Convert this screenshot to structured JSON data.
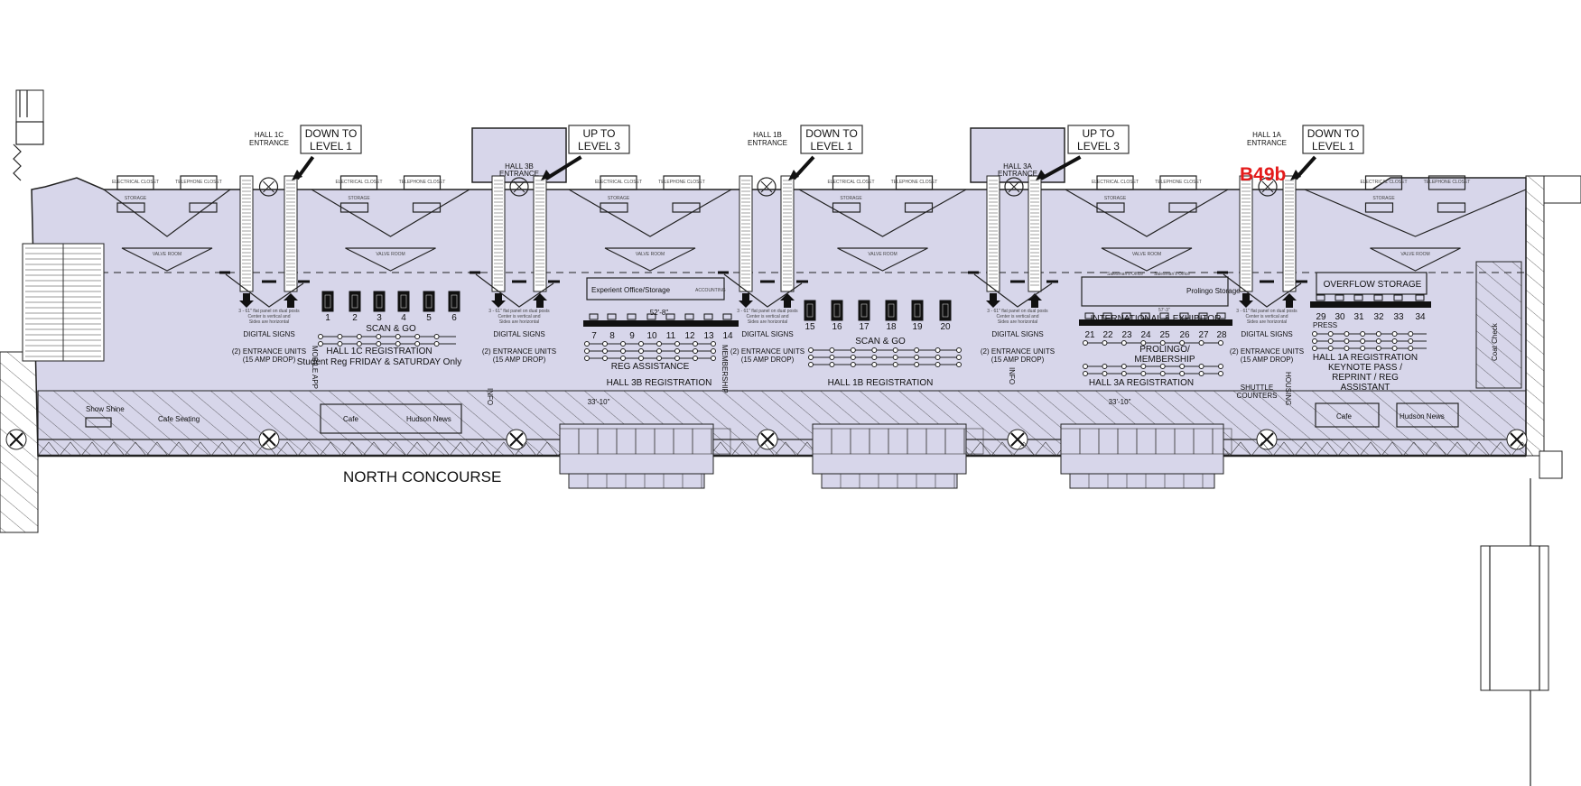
{
  "title": "NORTH CONCOURSE",
  "highlight": {
    "label": "B49b",
    "color": "#e41b1b"
  },
  "colors": {
    "floor": "#d7d6ea",
    "line": "#222222"
  },
  "callouts": [
    {
      "line1": "DOWN TO",
      "line2": "LEVEL 1"
    },
    {
      "line1": "UP TO",
      "line2": "LEVEL 3"
    },
    {
      "line1": "DOWN TO",
      "line2": "LEVEL 1"
    },
    {
      "line1": "UP TO",
      "line2": "LEVEL 3"
    },
    {
      "line1": "DOWN TO",
      "line2": "LEVEL 1"
    }
  ],
  "entrances": [
    {
      "line1": "HALL 1C",
      "line2": "ENTRANCE"
    },
    {
      "line1": "HALL 3B",
      "line2": "ENTRANCE"
    },
    {
      "line1": "HALL 1B",
      "line2": "ENTRANCE"
    },
    {
      "line1": "HALL 3A",
      "line2": "ENTRANCE"
    },
    {
      "line1": "HALL 1A",
      "line2": "ENTRANCE"
    }
  ],
  "signs": {
    "digital": "DIGITAL SIGNS",
    "note1": "3 - 61\" flat panel on dual posts",
    "note2": "Center is vertical and",
    "note3": "Sides are horizontal",
    "entrance_units": "(2) ENTRANCE UNITS",
    "amp": "(15 AMP DROP)"
  },
  "areas": {
    "hall1c_reg": "HALL 1C REGISTRATION",
    "hall1c_sub": "Student Reg FRIDAY & SATURDAY Only",
    "scan_go": "SCAN & GO",
    "mobile_app": "MOBILE APP",
    "experient": "Experient Office/Storage",
    "accounting": "ACCOUNTING",
    "dim_52": "52'-8\"",
    "reg_assist": "REG ASSISTANCE",
    "membership": "MEMBERSHIP",
    "hall3b_reg": "HALL 3B REGISTRATION",
    "dim_33a": "33'-10\"",
    "hall1b_reg": "HALL 1B REGISTRATION",
    "info": "INFO",
    "intl": "INTERNATIONAL & EXHIBITOR",
    "dim_57": "57'-3\"",
    "salesman1": "Salesman's Office",
    "salesman2": "Salesman's Office",
    "prolingo_storage": "Prolingo Storage",
    "prolingo1": "PROLINGO/",
    "prolingo2": "MEMBERSHIP",
    "hall3a_reg": "HALL 3A REGISTRATION",
    "dim_33b": "33'-10\"",
    "shuttle1": "SHUTTLE",
    "shuttle2": "COUNTERS",
    "housing": "HOUSING",
    "overflow": "OVERFLOW STORAGE",
    "press": "PRESS",
    "hall1a_reg": "HALL 1A REGISTRATION",
    "hall1a_l2": "KEYNOTE PASS /",
    "hall1a_l3": "REPRINT / REG",
    "hall1a_l4": "ASSISTANT",
    "coat_check": "Coat Check",
    "shoe_shine": "Show Shine",
    "cafe_seating": "Cafe Seating",
    "cafe": "Cafe",
    "hudson": "Hudson News",
    "cafe2": "Cafe",
    "hudson2": "Hudson News",
    "info2": "INFO",
    "storage": "STORAGE",
    "elec": "ELECTRICAL CLOSET",
    "tel": "TELEPHONE CLOSET",
    "valve": "VALVE ROOM"
  },
  "kiosks": {
    "hall1c": [
      "1",
      "2",
      "3",
      "4",
      "5",
      "6"
    ],
    "hall3b": [
      "7",
      "8",
      "9",
      "10",
      "11",
      "12",
      "13",
      "14"
    ],
    "hall1b": [
      "15",
      "16",
      "17",
      "18",
      "19",
      "20"
    ],
    "hall3a": [
      "21",
      "22",
      "23",
      "24",
      "25",
      "26",
      "27",
      "28"
    ],
    "hall1a": [
      "29",
      "30",
      "31",
      "32",
      "33",
      "34"
    ]
  }
}
